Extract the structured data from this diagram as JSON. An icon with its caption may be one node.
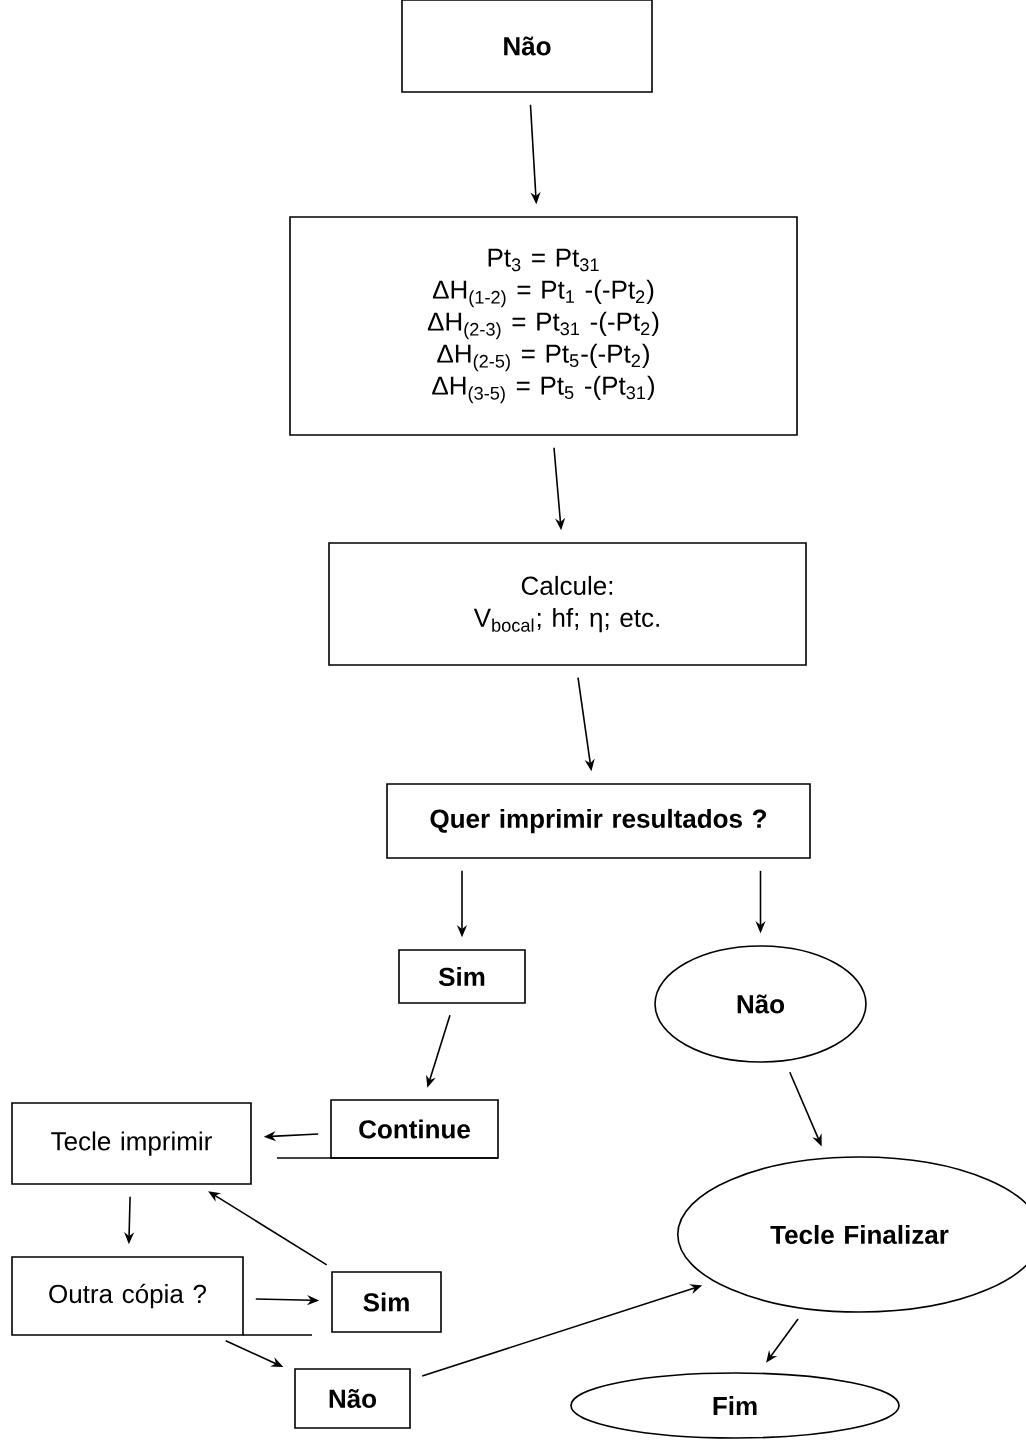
{
  "diagram": {
    "nodes": [
      {
        "text": [
          "Não"
        ]
      },
      {
        "text": [
          "Pt$_{3}$ = Pt$_{31}$",
          "ΔH$_{(1-2)}$ = Pt$_{1}$ -(-Pt$_{2}$)",
          "ΔH$_{(2-3)}$ = Pt$_{31}$ -(-Pt$_{2}$)",
          "ΔH$_{(2-5)}$ = Pt$_{5}$-(-Pt$_{2}$)",
          "ΔH$_{(3-5)}$ = Pt$_{5}$ -(Pt$_{31}$)"
        ]
      },
      {
        "text": [
          "Calcule:",
          "V$_{bocal}$; hf; η; etc."
        ]
      },
      {
        "text": [
          "Quer imprimir resultados ?"
        ]
      },
      {
        "text": [
          "Sim"
        ]
      },
      {
        "text": [
          "Não"
        ]
      },
      {
        "text": [
          "Continue"
        ]
      },
      {
        "text": [
          "Tecle imprimir"
        ]
      },
      {
        "text": [
          "Tecle Finalizar"
        ]
      },
      {
        "text": [
          "Outra cópia ?"
        ]
      },
      {
        "text": [
          "Sim"
        ]
      },
      {
        "text": [
          "Não"
        ]
      },
      {
        "text": [
          "Fim"
        ]
      }
    ],
    "edges": [
      {
        "from": 0,
        "to": 1,
        "arrow": "to"
      },
      {
        "from": 1,
        "to": 2,
        "arrow": "to"
      },
      {
        "from": 2,
        "to": 3,
        "arrow": "to"
      },
      {
        "from": 3,
        "to": 4,
        "arrow": "to"
      },
      {
        "from": 3,
        "to": 5,
        "arrow": "to"
      },
      {
        "from": 4,
        "to": 6,
        "arrow": "to"
      },
      {
        "from": 6,
        "to": 7,
        "arrow": "to"
      },
      {
        "from": 7,
        "to": 9,
        "arrow": "to"
      },
      {
        "from": 9,
        "to": 10,
        "arrow": "to"
      },
      {
        "from": 10,
        "to": 7,
        "arrow": "to"
      },
      {
        "from": 9,
        "to": 11,
        "arrow": "to"
      },
      {
        "from": 11,
        "to": 8,
        "arrow": "to"
      },
      {
        "from": 5,
        "to": 8,
        "arrow": "to"
      },
      {
        "from": 8,
        "to": 12,
        "arrow": "to"
      }
    ]
  }
}
